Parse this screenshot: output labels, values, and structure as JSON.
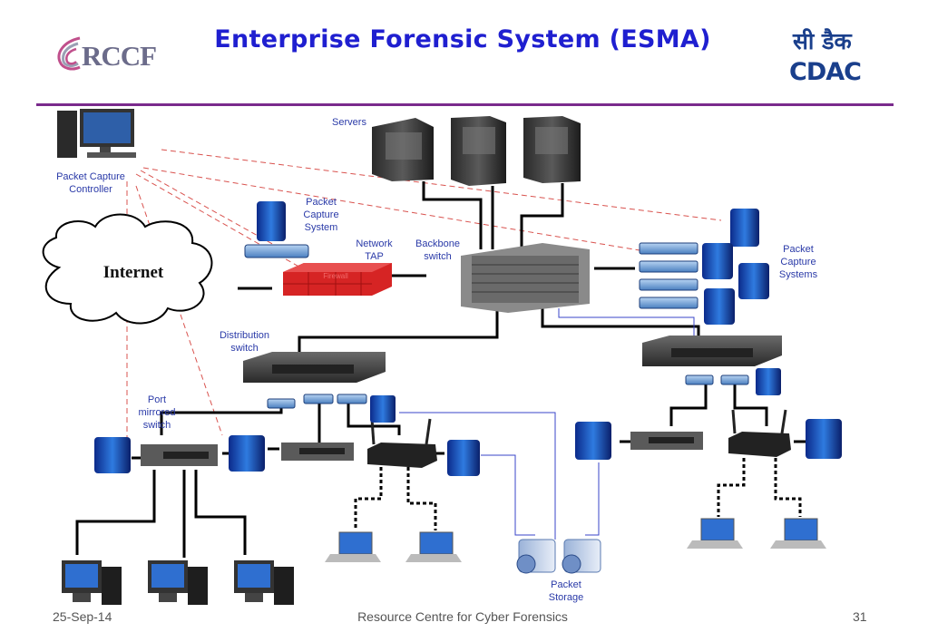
{
  "title": "Enterprise Forensic System (ESMA)",
  "logos": {
    "left_text": "RCCF",
    "right_text_hindi": "सी डैक",
    "right_text_en": "CDAC"
  },
  "labels": {
    "packet_capture_controller": [
      "Packet Capture",
      "Controller"
    ],
    "servers": "Servers",
    "packet_capture_system": [
      "Packet",
      "Capture",
      "System"
    ],
    "network_tap": [
      "Network",
      "TAP"
    ],
    "backbone_switch": [
      "Backbone",
      "switch"
    ],
    "packet_capture_systems": [
      "Packet",
      "Capture",
      "Systems"
    ],
    "internet": "Internet",
    "distribution_switch": [
      "Distribution",
      "switch"
    ],
    "port_mirrored_switch": [
      "Port",
      "mirrored",
      "switch"
    ],
    "packet_storage": [
      "Packet",
      "Storage"
    ],
    "firewall": "Firewall"
  },
  "footer": {
    "date": "25-Sep-14",
    "center": "Resource Centre for Cyber Forensics",
    "page": "31"
  },
  "colors": {
    "title": "#1f1fd0",
    "rule": "#7a2a8c",
    "label": "#2a3aa8",
    "dashed_link": "#d9534f",
    "storage_link": "#3a46c8"
  }
}
